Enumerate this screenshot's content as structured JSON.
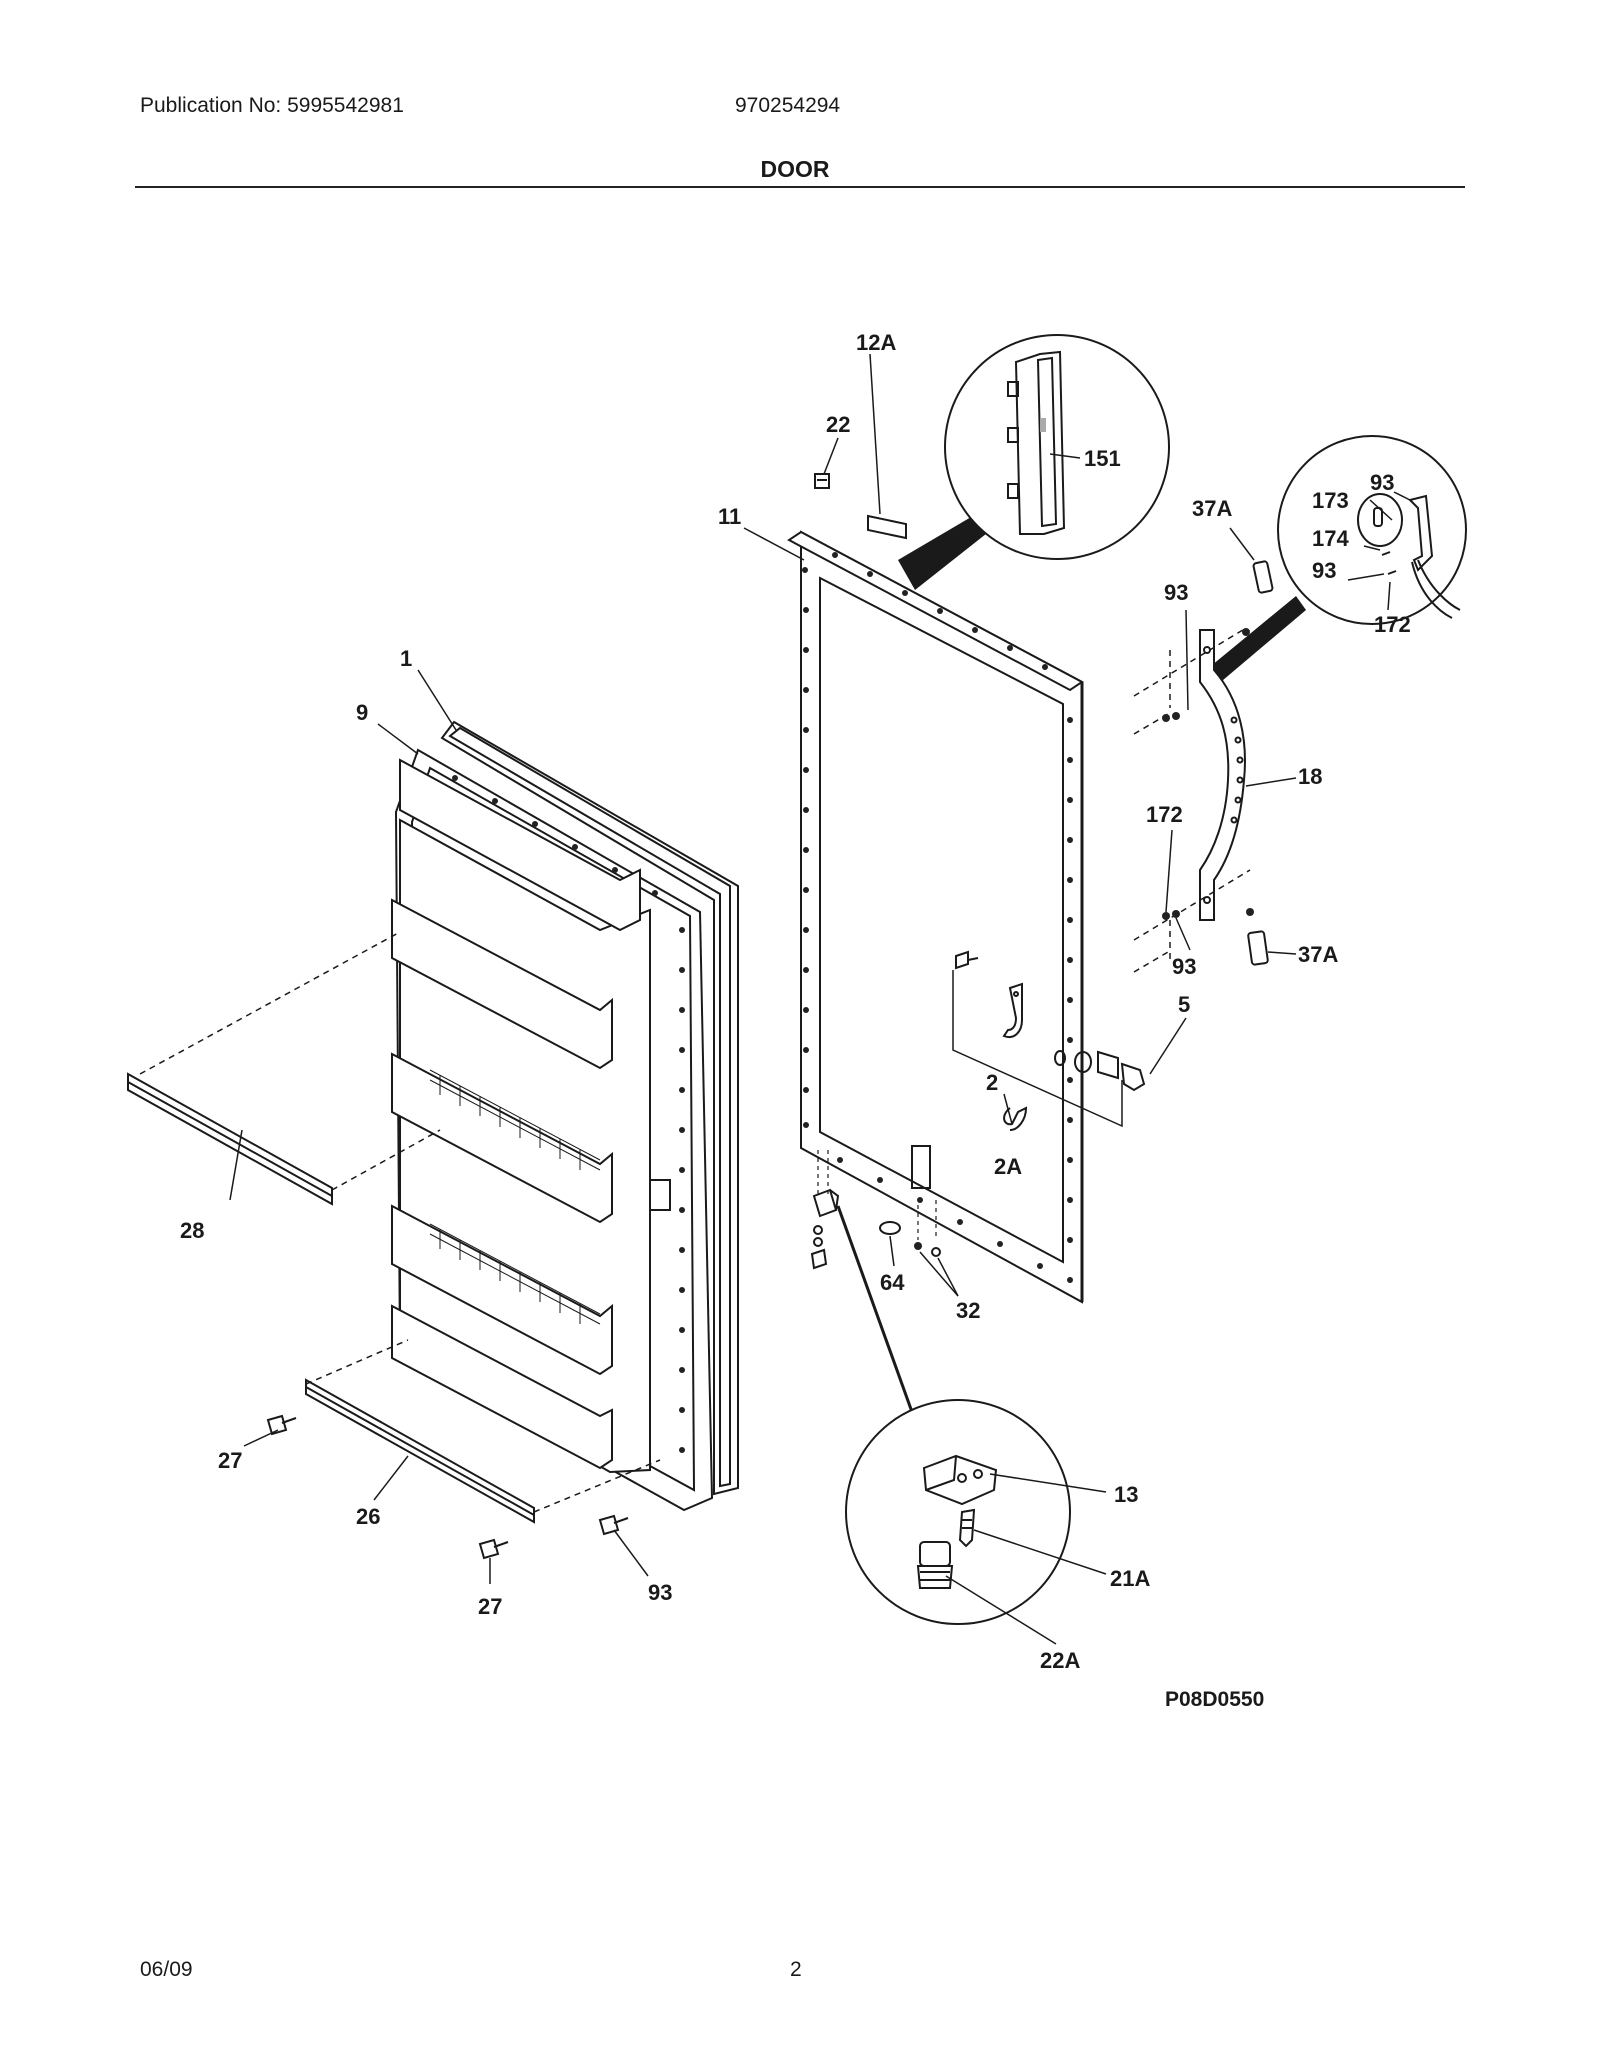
{
  "header": {
    "publication": "Publication No: 5995542981",
    "model": "970254294",
    "title": "DOOR"
  },
  "footer": {
    "date": "06/09",
    "page": "2"
  },
  "diagram_code": "P08D0550",
  "callouts": {
    "c1": "1",
    "c9": "9",
    "c11": "11",
    "c22": "22",
    "c12a": "12A",
    "c151": "151",
    "c37a_top": "37A",
    "c173": "173",
    "c93_inset_top": "93",
    "c174": "174",
    "c93_inset_mid": "93",
    "c172_inset": "172",
    "c93_handle_top": "93",
    "c18": "18",
    "c172": "172",
    "c93_handle_bot": "93",
    "c37a_bot": "37A",
    "c5": "5",
    "c2": "2",
    "c2a": "2A",
    "c64": "64",
    "c32": "32",
    "c28": "28",
    "c27_left": "27",
    "c26": "26",
    "c27_bottom": "27",
    "c93_bottom": "93",
    "c13": "13",
    "c21a": "21A",
    "c22a": "22A"
  }
}
